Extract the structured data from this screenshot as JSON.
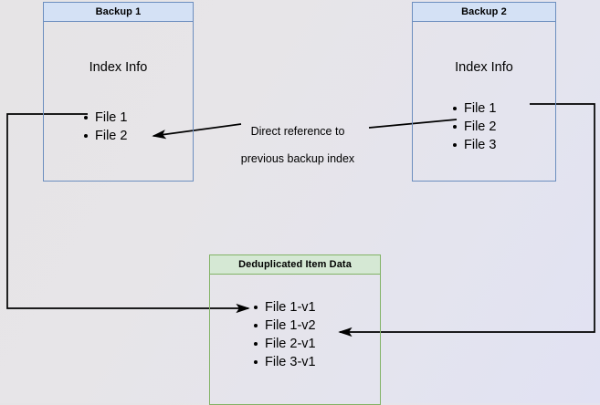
{
  "diagram": {
    "title_hidden": "",
    "background": {
      "gradient_from": "#e6e4e6",
      "gradient_to": "#e1e2f3"
    },
    "colors": {
      "blue_border": "#6c8ebf",
      "blue_header_fill": "#d4e1f5",
      "green_border": "#82b366",
      "green_header_fill": "#d5e8d4",
      "connector": "#000000"
    },
    "nodes": [
      {
        "id": "backup1",
        "header": "Backup 1",
        "body_title": "Index Info",
        "items": [
          "File 1",
          "File 2"
        ]
      },
      {
        "id": "backup2",
        "header": "Backup 2",
        "body_title": "Index Info",
        "items": [
          "File 1",
          "File 2",
          "File 3"
        ]
      },
      {
        "id": "dedup",
        "header": "Deduplicated Item Data",
        "body_title": "",
        "items": [
          "File 1-v1",
          "File 1-v2",
          "File 2-v1",
          "File 3-v1"
        ]
      }
    ],
    "edge_labels": [
      {
        "id": "direct-reference",
        "line1": "Direct reference to",
        "line2": "previous backup index"
      }
    ]
  }
}
